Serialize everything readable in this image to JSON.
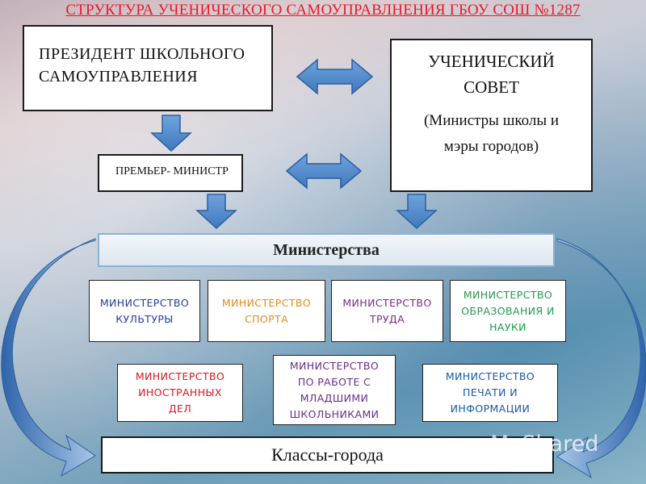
{
  "title": "СТРУКТУРА УЧЕНИЧЕСКОГО САМОУПРАВЛНЕНИЯ  ГБОУ СОШ №1287",
  "president": {
    "line1": "ПРЕЗИДЕНТ ШКОЛЬНОГО",
    "line2": "САМОУПРАВЛЕНИЯ"
  },
  "council": {
    "line1": "УЧЕНИЧЕСКИЙ",
    "line2": "СОВЕТ",
    "line3": "(Министры школы и",
    "line4": "мэры городов)"
  },
  "premier": "ПРЕМЬЕР- МИНИСТР",
  "ministries_header": "Министерства",
  "ministries": [
    {
      "line1": "МИНИСТЕРСТВО",
      "line2": "КУЛЬТУРЫ",
      "line3": "",
      "line4": "",
      "color": "#1f3fa0"
    },
    {
      "line1": "МИНИСТЕРСТВО",
      "line2": "СПОРТА",
      "line3": "",
      "line4": "",
      "color": "#e08a1e"
    },
    {
      "line1": "МИНИСТЕРСТВО",
      "line2": "ТРУДА",
      "line3": "",
      "line4": "",
      "color": "#7a2a86"
    },
    {
      "line1": "МИНИСТЕРСТВО",
      "line2": "ОБРАЗОВАНИЯ И",
      "line3": "НАУКИ",
      "line4": "",
      "color": "#1f9a4a"
    },
    {
      "line1": "МИНИСТЕРСТВО",
      "line2": "ИНОСТРАННЫХ",
      "line3": "ДЕЛ",
      "line4": "",
      "color": "#e0141e"
    },
    {
      "line1": "МИНИСТЕРСТВО",
      "line2": "ПО РАБОТЕ С",
      "line3": "МЛАДШИМИ",
      "line4": "ШКОЛЬНИКАМИ",
      "color": "#6a2b8a"
    },
    {
      "line1": "МИНИСТЕРСТВО",
      "line2": "ПЕЧАТИ И",
      "line3": "ИНФОРМАЦИИ",
      "line4": "",
      "color": "#1a57a8"
    }
  ],
  "classes": "Классы-города",
  "watermark": "MyShared",
  "colors": {
    "arrow": "#4a82c4",
    "arrow_stroke": "#2b5f9e",
    "title": "#e6192b"
  }
}
